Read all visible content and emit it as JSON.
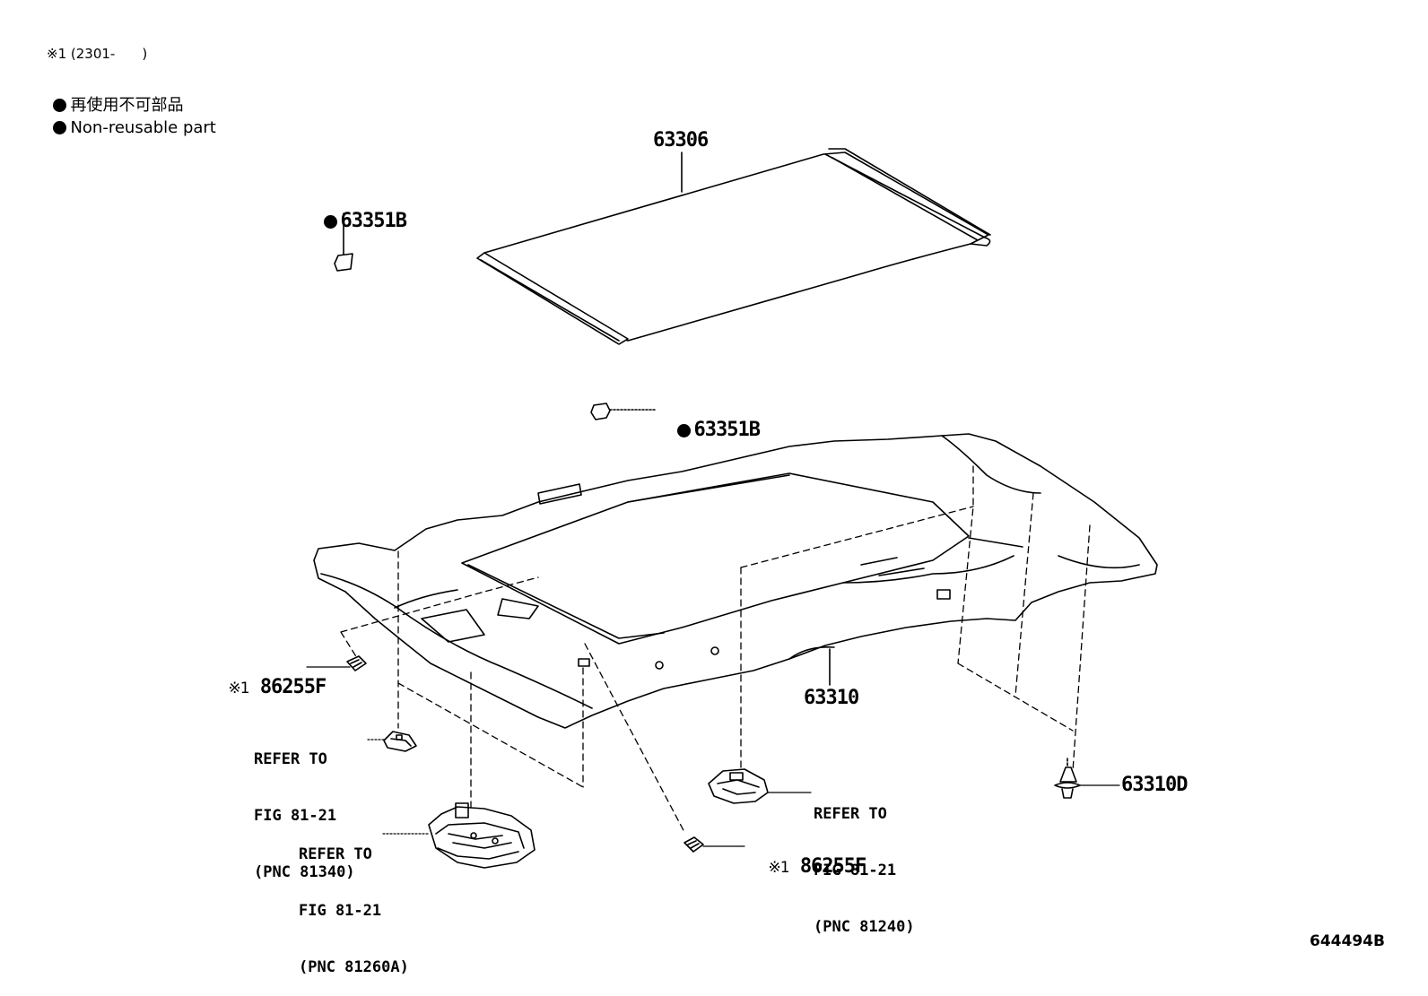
{
  "notes": {
    "variant_note": "※1 (2301-　　)",
    "legend_jp": "再使用不可部品",
    "legend_en": "Non-reusable part"
  },
  "parts": {
    "sunshade": "63306",
    "pad_top": "63351B",
    "pad_mid": "63351B",
    "headliner": "63310",
    "clip": "63310D",
    "clip_left": "86255F",
    "clip_bottom": "86255F",
    "mark_1": "※1"
  },
  "refs": {
    "left": [
      "REFER TO",
      "FIG 81-21",
      "(PNC 81340)"
    ],
    "center": [
      "REFER TO",
      "FIG 81-21",
      "(PNC 81260A)"
    ],
    "right": [
      "REFER TO",
      "FIG 81-21",
      "(PNC 81240)"
    ]
  },
  "footer": {
    "illustration_id": "644494B"
  }
}
